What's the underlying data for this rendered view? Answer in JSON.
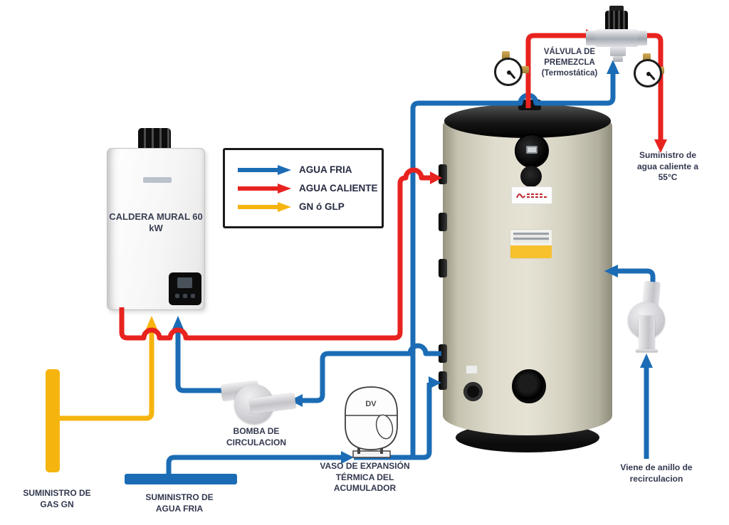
{
  "colors": {
    "hot": "#e8231f",
    "cold": "#1b6cb5",
    "gas": "#f6b40f",
    "text": "#33384f",
    "tank_body": "#ddd9ca"
  },
  "legend": {
    "items": [
      {
        "key": "cold",
        "label": "AGUA FRIA"
      },
      {
        "key": "hot",
        "label": "AGUA CALIENTE"
      },
      {
        "key": "gas",
        "label": "GN ó GLP"
      }
    ]
  },
  "labels": {
    "premix_valve": [
      "VÁLVULA DE",
      "PREMEZCLA",
      "(Termostática)"
    ],
    "hot_supply": [
      "Suministro de",
      "agua caliente a",
      "55°C"
    ],
    "boiler": [
      "CALDERA",
      "MURAL 60 kW"
    ],
    "pump": [
      "BOMBA DE",
      "CIRCULACION"
    ],
    "expansion_vessel": [
      "VASO DE EXPANSIÓN",
      "TÉRMICA DEL",
      "ACUMULADOR"
    ],
    "gas_supply": [
      "SUMINISTRO DE",
      "GAS GN"
    ],
    "cold_supply": [
      "SUMINISTRO DE",
      "AGUA FRIA"
    ],
    "recirculation": [
      "Viene de anillo de",
      "recirculacion"
    ],
    "vessel_tag": "DV"
  }
}
